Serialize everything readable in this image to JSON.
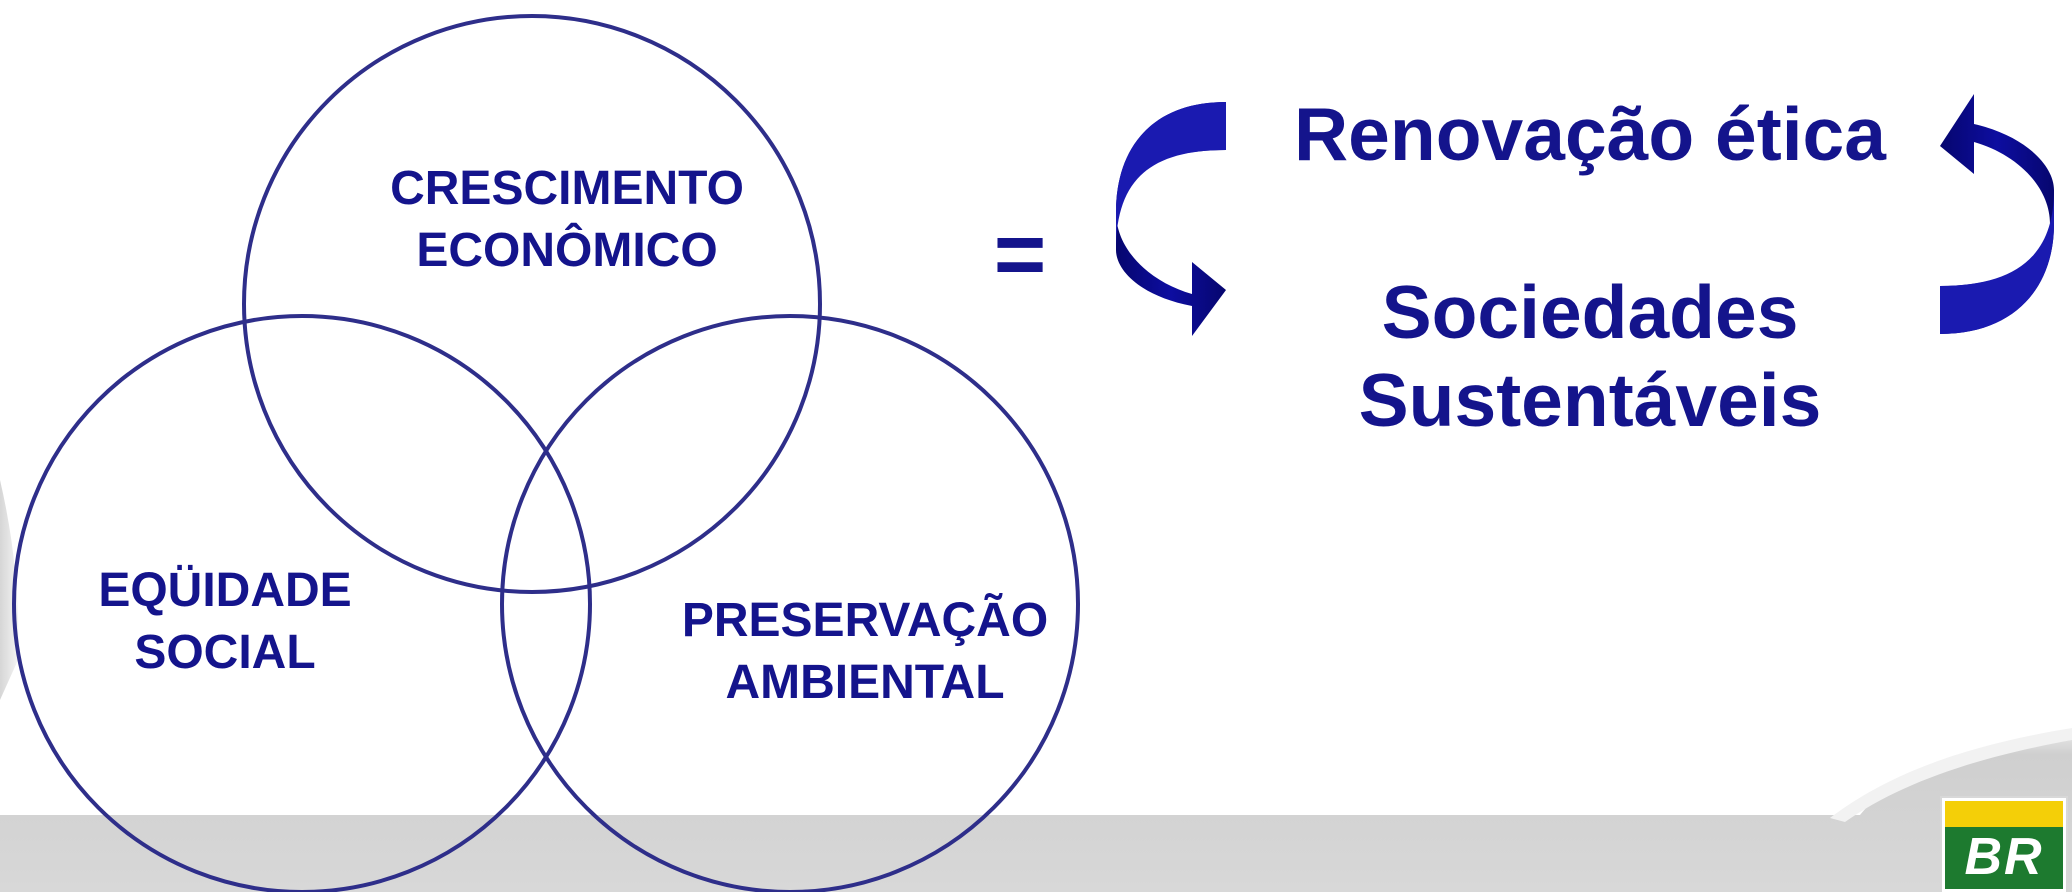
{
  "diagram": {
    "circles": [
      {
        "label_lines": [
          "CRESCIMENTO",
          "ECONÔMICO"
        ]
      },
      {
        "label_lines": [
          "EQÜIDADE",
          "SOCIAL"
        ]
      },
      {
        "label_lines": [
          "PRESERVAÇÃO",
          "AMBIENTAL"
        ]
      }
    ],
    "equals_sign": "=",
    "result": {
      "top_text": "Renovação ética",
      "bottom_lines": [
        "Sociedades",
        "Sustentáveis"
      ]
    },
    "logo_text": "BR",
    "colors": {
      "text": "#14148c",
      "circle_stroke": "#2e2e8a",
      "arrow": "#0a0a8c",
      "background_band": "#d3d3d3",
      "logo_green": "#1d7a2f",
      "logo_yellow": "#f4cf08"
    },
    "icons": [
      "cycle-arrow-left-icon",
      "cycle-arrow-right-icon"
    ]
  }
}
